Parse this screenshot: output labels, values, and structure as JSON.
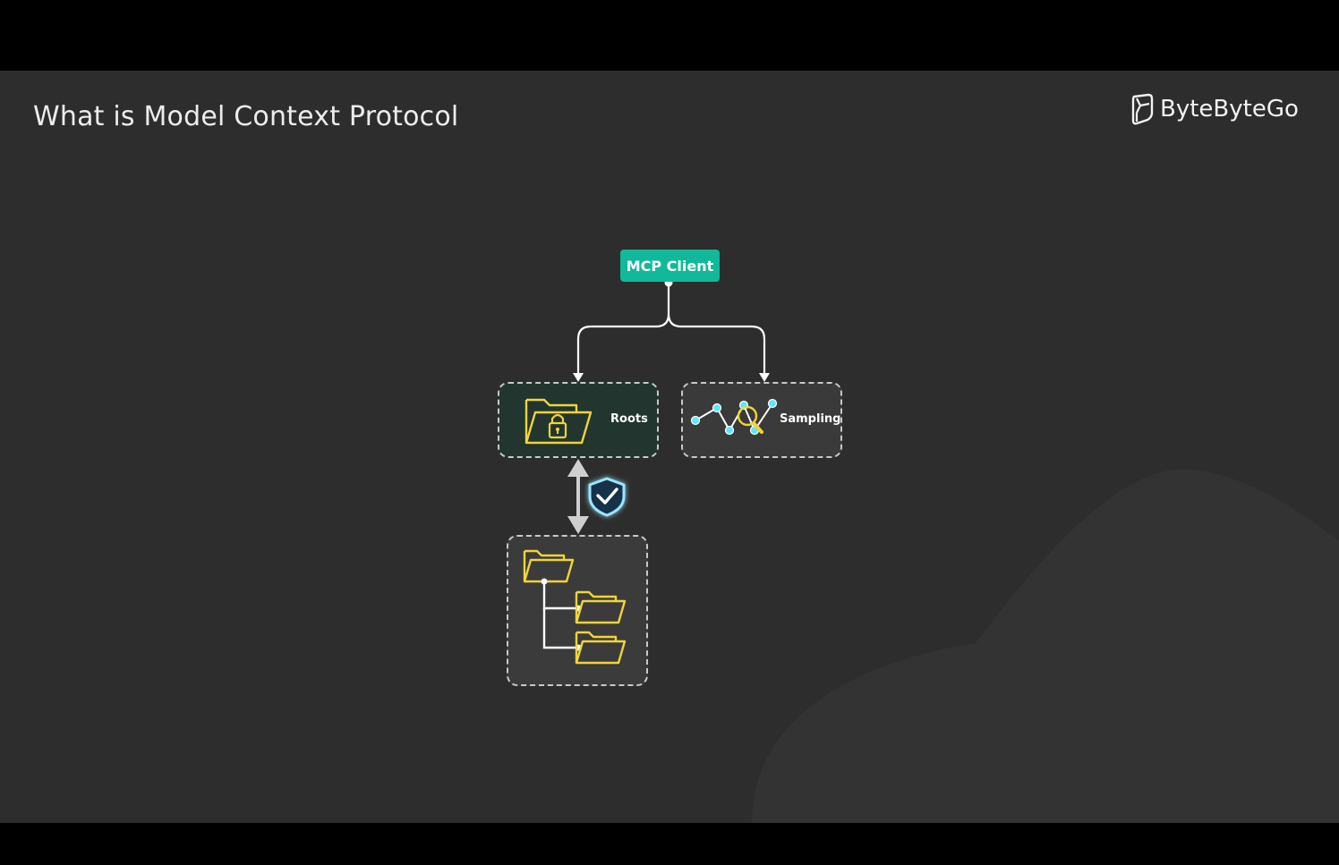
{
  "slide": {
    "title": "What is Model Context Protocol",
    "brand": "ByteByteGo"
  },
  "diagram": {
    "client": {
      "label": "MCP Client"
    },
    "roots": {
      "label": "Roots",
      "icon": "locked-folder-icon"
    },
    "sampling": {
      "label": "Sampling",
      "icon": "chart-magnifier-icon"
    },
    "filesystem": {
      "icon": "folder-tree-icon"
    },
    "security": {
      "icon": "shield-check-icon"
    }
  },
  "colors": {
    "background": "#2d2d2d",
    "client_accent": "#12b89a",
    "folder_yellow": "#f0d43a",
    "sampling_cyan": "#5fe6ff",
    "shield_glow": "#3fc8ff"
  }
}
